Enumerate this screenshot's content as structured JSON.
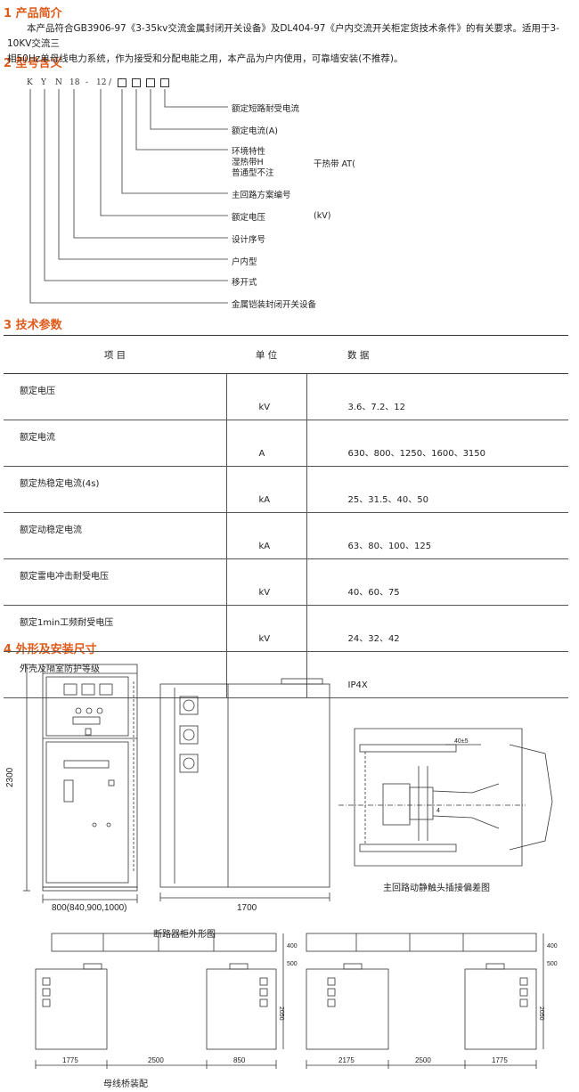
{
  "sections": {
    "s1": "1 产品简介",
    "s2": "2 型号含义",
    "s3": "3 技术参数",
    "s4": "4 外形及安装尺寸"
  },
  "intro": {
    "line1": "本产品符合GB3906-97《3-35kv交流金属封闭开关设备》及DL404-97《户内交流开关柜定货技术条件》的有关要求。适用于3-10KV交流三",
    "line2": "相50Hz单母线电力系统，作为接受和分配电能之用，本产品为户内使用，可靠墙安装(不推荐)。"
  },
  "model": {
    "chars": [
      "K",
      "Y",
      "N",
      "18",
      "-",
      "12",
      "/"
    ],
    "labels": {
      "short_circuit": "额定短路耐受电流",
      "current": "额定电流(A)",
      "env": "环境特性",
      "humid": "湿热带H",
      "dry": "干热带 AT(",
      "normal": "普通型不注",
      "scheme": "主回路方案编号",
      "voltage": "额定电压",
      "voltage_unit": "(kV)",
      "design": "设计序号",
      "indoor": "户内型",
      "mobile": "移开式",
      "armored": "金属铠装封闭开关设备"
    }
  },
  "params": {
    "headers": [
      "项 目",
      "单 位",
      "数 据"
    ],
    "rows": [
      {
        "item": "额定电压",
        "unit": "kV",
        "data": "3.6、7.2、12"
      },
      {
        "item": "额定电流",
        "unit": "A",
        "data": "630、800、1250、1600、3150"
      },
      {
        "item": "额定热稳定电流(4s)",
        "unit": "kA",
        "data": "25、31.5、40、50"
      },
      {
        "item": "额定动稳定电流",
        "unit": "kA",
        "data": "63、80、100、125"
      },
      {
        "item": "额定雷电冲击耐受电压",
        "unit": "kV",
        "data": "40、60、75"
      },
      {
        "item": "额定1min工频耐受电压",
        "unit": "kV",
        "data": "24、32、42"
      },
      {
        "item": "外壳及隔室防护等级",
        "unit": "",
        "data": "IP4X"
      }
    ]
  },
  "drawings": {
    "height_dim": "2300",
    "width_dim": "800(840,900,1000)",
    "depth_dim": "1700",
    "cabinet_caption": "断路器柜外形图",
    "contact_caption": "主回路动静触头插接偏差图",
    "contact_dim": "40±5",
    "contact_side": "4",
    "bridge_caption": "母线桥装配",
    "bridge_h1": "400",
    "bridge_h2": "500",
    "bridge_h3": "2050",
    "bridge_a": [
      "1775",
      "2500",
      "850"
    ],
    "bridge_b": [
      "2175",
      "2500",
      "1775"
    ]
  }
}
